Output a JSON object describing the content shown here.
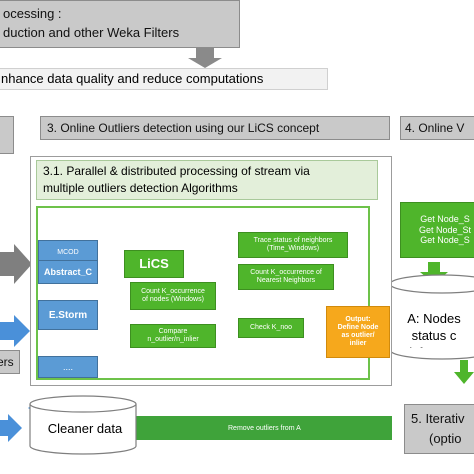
{
  "preprocessing": {
    "line1": "ocessing :",
    "line2": "duction and other Weka Filters"
  },
  "enhance_text": "nhance data quality and reduce computations",
  "step3_title": "3. Online Outliers detection  using our LiCS concept",
  "step4_title": "4. Online V",
  "step31_title_line1": "3.1. Parallel &  distributed processing of stream via",
  "step31_title_line2": "multiple outliers detection Algorithms",
  "algorithms": [
    "MCOD",
    "Abstract_C",
    "E.Storm",
    "...."
  ],
  "lics_label": "LiCS",
  "count_windows": "Count K_occurrence\nof nodes (Windows)",
  "compare_label": "Compare\nn_outlier/n_inlier",
  "trace_label": "Trace status of neighbors\n(Time_Windows)",
  "count_nn": "Count K_occurrence of\nNearest Neighbors",
  "check_label": "Check K_noo",
  "output_label": "Output:\nDefine Node\nas outlier/\ninlier",
  "get_node": "Get Node_S\nGet Node_St\nGet Node_S",
  "node_a": "A: Nodes\nstatus c\n(after N v",
  "cleaner_data": "Cleaner data",
  "remove_outliers": "Remove outliers from A",
  "step5_line1": "5. Iterativ",
  "step5_line2": "(optio",
  "left_partial": "ers",
  "colors": {
    "gray": "#c9c9c9",
    "blue": "#5b9bd5",
    "green": "#4fb52b",
    "orange": "#f6a81c",
    "arrow_blue": "#4a90d9",
    "arrow_gray": "#7f7f7f"
  }
}
